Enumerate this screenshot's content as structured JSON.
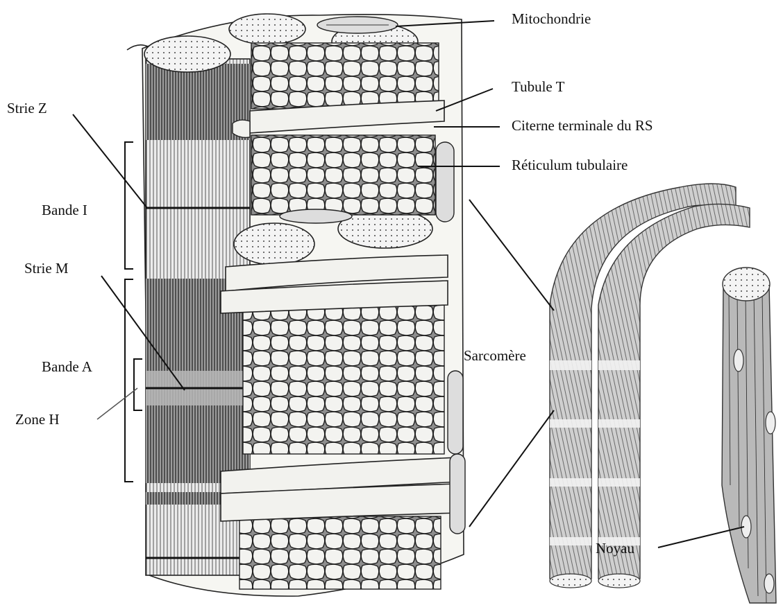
{
  "labels": {
    "mitochondrie": "Mitochondrie",
    "tubule_t": "Tubule T",
    "citerne": "Citerne terminale du RS",
    "reticulum": "Réticulum tubulaire",
    "strie_z": "Strie Z",
    "bande_i": "Bande I",
    "strie_m": "Strie M",
    "bande_a": "Bande A",
    "zone_h": "Zone H",
    "sarcomere": "Sarcomère",
    "noyau": "Noyau"
  },
  "colors": {
    "ink": "#222222",
    "fibril_dark": "#6f6f6f",
    "fibril_light": "#d9d9d9",
    "membrane": "#f2f2ee",
    "fiber_shade": "#9a9a9a"
  }
}
